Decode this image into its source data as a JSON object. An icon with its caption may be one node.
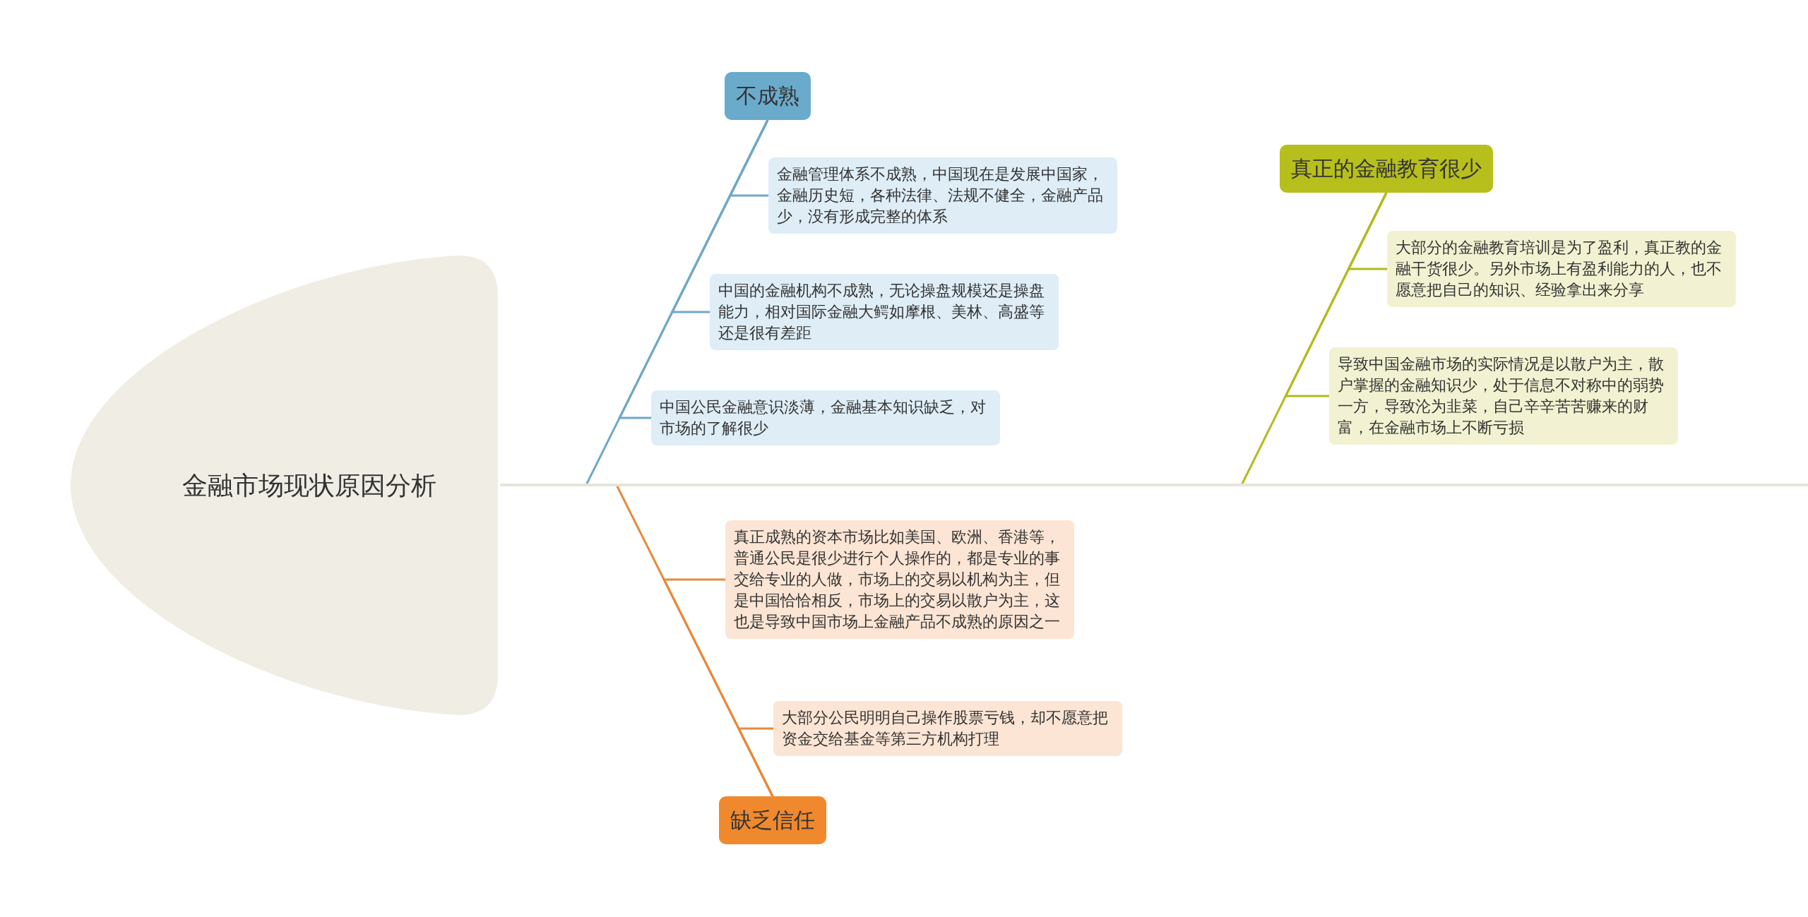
{
  "diagram": {
    "nodes": [
      {
        "text": [
          "金融市场现状原因分析"
        ]
      },
      {
        "text": [
          "不成熟"
        ]
      },
      {
        "text": [
          "金融管理体系不成熟，中国现在是发展中国家，金融历史短，各种法律、法规不健全，金融产品少，没有形成完整的体系"
        ]
      },
      {
        "text": [
          "中国的金融机构不成熟，无论操盘规模还是操盘能力，相对国际金融大鳄如摩根、美林、高盛等还是很有差距"
        ]
      },
      {
        "text": [
          "中国公民金融意识淡薄，金融基本知识缺乏，对市场的了解很少"
        ]
      },
      {
        "text": [
          "缺乏信任"
        ]
      },
      {
        "text": [
          "真正成熟的资本市场比如美国、欧洲、香港等，普通公民是很少进行个人操作的，都是专业的事交给专业的人做，市场上的交易以机构为主，但是中国恰恰相反，市场上的交易以散户为主，这也是导致中国市场上金融产品不成熟的原因之一"
        ]
      },
      {
        "text": [
          "大部分公民明明自己操作股票亏钱，却不愿意把资金交给基金等第三方机构打理"
        ]
      },
      {
        "text": [
          "真正的金融教育很少"
        ]
      },
      {
        "text": [
          "大部分的金融教育培训是为了盈利，真正教的金融干货很少。另外市场上有盈利能力的人，也不愿意把自己的知识、经验拿出来分享"
        ]
      },
      {
        "text": [
          "导致中国金融市场的实际情况是以散户为主，散户掌握的金融知识少，处于信息不对称中的弱势一方，导致沦为韭菜，自己辛辛苦苦赚来的财富，在金融市场上不断亏损"
        ]
      }
    ],
    "edges": [
      {
        "from": 1,
        "to": 0,
        "arrow": "none",
        "color": "#6fa8c8"
      },
      {
        "from": 1,
        "to": 2,
        "arrow": "none",
        "color": "#6fa8c8"
      },
      {
        "from": 1,
        "to": 3,
        "arrow": "none",
        "color": "#6fa8c8"
      },
      {
        "from": 1,
        "to": 4,
        "arrow": "none",
        "color": "#6fa8c8"
      },
      {
        "from": 5,
        "to": 0,
        "arrow": "none",
        "color": "#e8893a"
      },
      {
        "from": 5,
        "to": 6,
        "arrow": "none",
        "color": "#e8893a"
      },
      {
        "from": 5,
        "to": 7,
        "arrow": "none",
        "color": "#e8893a"
      },
      {
        "from": 8,
        "to": 0,
        "arrow": "none",
        "color": "#b2ba1e"
      },
      {
        "from": 8,
        "to": 9,
        "arrow": "none",
        "color": "#b2ba1e"
      },
      {
        "from": 8,
        "to": 10,
        "arrow": "none",
        "color": "#b2ba1e"
      }
    ]
  }
}
